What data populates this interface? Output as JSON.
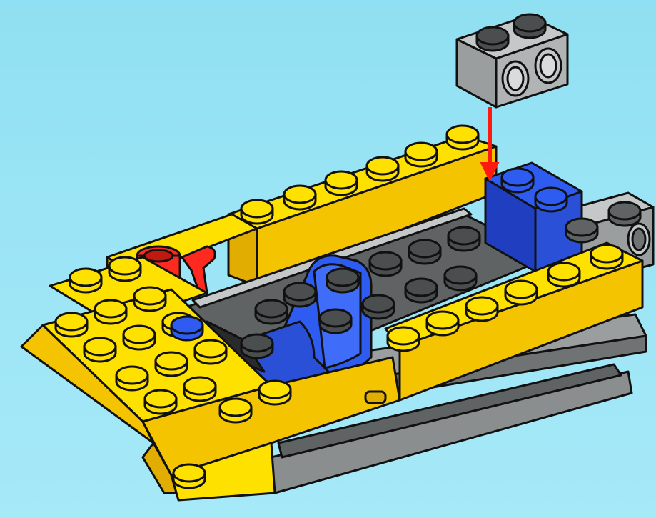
{
  "scene": {
    "type": "lego-building-instruction-step",
    "description_icon": "lego-car-assembly-icon",
    "colors": {
      "background": "#9ae4f5",
      "yellow": "#ffe100",
      "yellow_shade": "#f4c400",
      "yellow_dark": "#e0ad00",
      "blue": "#2f5cf0",
      "blue_dark": "#1f3fc0",
      "gray_light": "#c4c8c8",
      "gray_mid": "#9a9e9e",
      "gray_dark": "#5f6363",
      "stud_dark": "#4a4e4e",
      "red": "#ff2a1f",
      "red_dark": "#c01a10",
      "arrow": "#ff1a10",
      "outline": "#111111"
    },
    "parts": [
      {
        "name": "gray-technic-brick-2-holes",
        "color": "gray_light",
        "state": "being-added"
      },
      {
        "name": "blue-brick-2x2",
        "color": "blue",
        "state": "placed"
      },
      {
        "name": "blue-seat",
        "color": "blue",
        "state": "placed"
      },
      {
        "name": "red-fire-extinguisher",
        "color": "red",
        "state": "placed"
      },
      {
        "name": "yellow-car-body",
        "color": "yellow",
        "state": "placed"
      }
    ]
  }
}
